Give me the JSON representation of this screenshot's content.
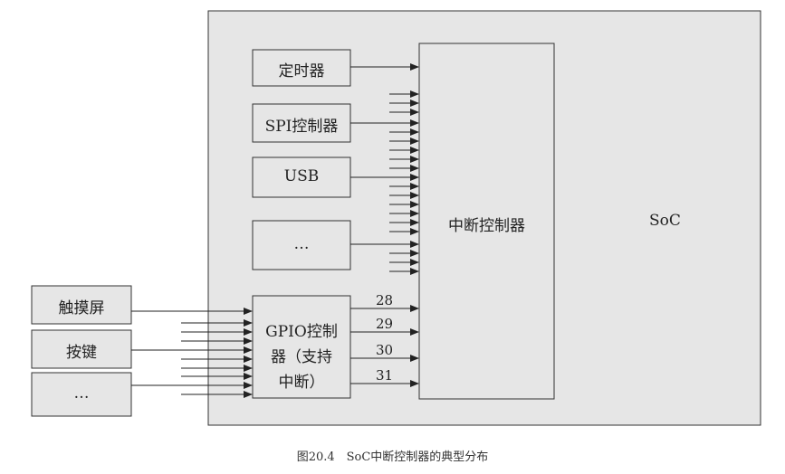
{
  "soc": {
    "label": "SoC"
  },
  "interrupt_controller": {
    "label": "中断控制器"
  },
  "internal_blocks": {
    "timer": "定时器",
    "spi": "SPI控制器",
    "usb": "USB",
    "other": "…"
  },
  "gpio_controller": {
    "line1": "GPIO控制",
    "line2": "器（支持",
    "line3": "中断）"
  },
  "gpio_lines": [
    "28",
    "29",
    "30",
    "31"
  ],
  "external_devices": {
    "touchscreen": "触摸屏",
    "keypad": "按键",
    "other": "…"
  },
  "caption": "图20.4　SoC中断控制器的典型分布",
  "colors": {
    "soc_fill": "#e6e6e6",
    "block_fill": "#e6e6e6",
    "line": "#222222"
  }
}
